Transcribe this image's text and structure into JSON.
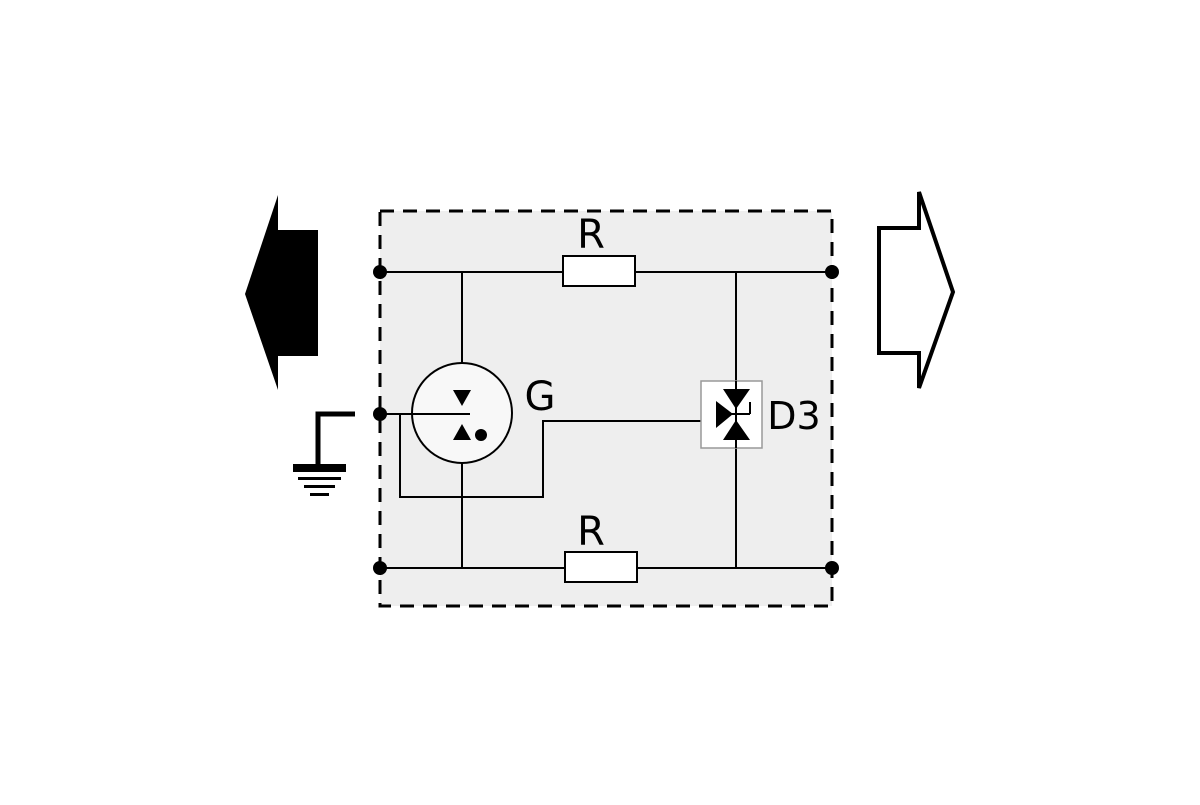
{
  "diagram": {
    "labels": {
      "resistor_top": "R",
      "resistor_bottom": "R",
      "gas_discharge_tube": "G",
      "suppressor_diode": "D3"
    },
    "colors": {
      "module_fill": "#eeeeee",
      "line": "#000000",
      "background": "#ffffff",
      "tube_fill": "#f8f8f8",
      "diode_box": "#999999"
    }
  }
}
